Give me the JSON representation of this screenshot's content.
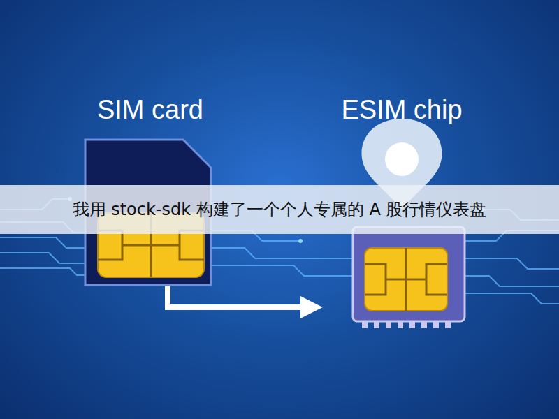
{
  "diagram": {
    "caption": "我用 stock-sdk 构建了一个个人专属的 A 股行情仪表盘",
    "nodes": [
      {
        "text": [
          "SIM card"
        ]
      },
      {
        "text": [
          "ESIM chip"
        ]
      }
    ],
    "edges": [
      {
        "from": 0,
        "to": 1,
        "arrow": "to"
      }
    ]
  }
}
